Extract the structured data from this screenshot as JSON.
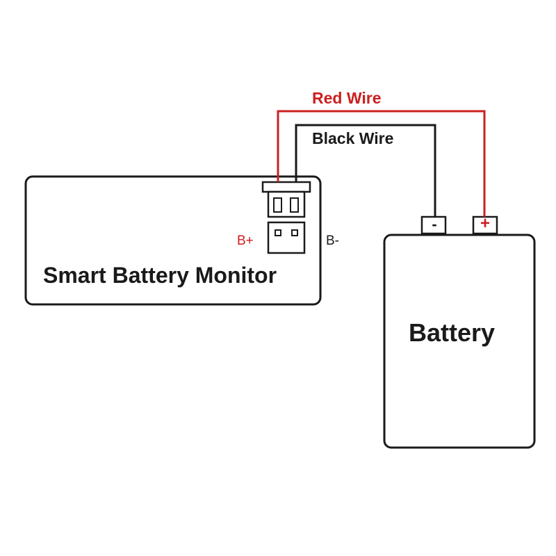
{
  "colors": {
    "red_wire": "#cc1f1f",
    "black_wire": "#1a1a1a",
    "outline": "#1a1a1a",
    "positive_label": "#cc1f1f",
    "negative_label": "#1a1a1a"
  },
  "wires": {
    "red_label": "Red Wire",
    "black_label": "Black Wire"
  },
  "monitor": {
    "title": "Smart Battery Monitor",
    "pin_positive": "B+",
    "pin_negative": "B-"
  },
  "battery": {
    "title": "Battery",
    "terminal_negative": "-",
    "terminal_positive": "+"
  }
}
